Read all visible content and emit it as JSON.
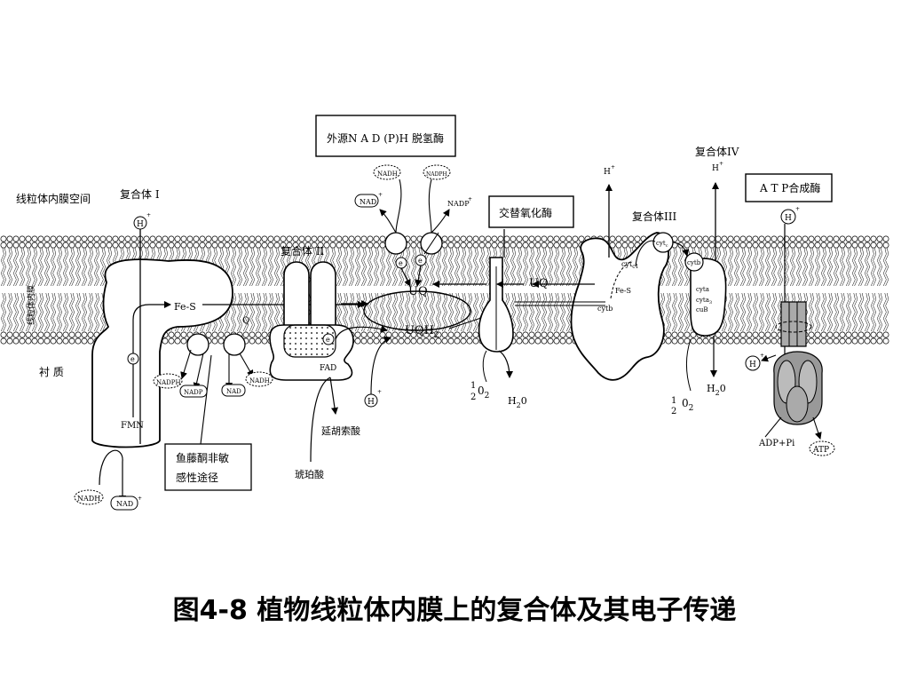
{
  "title": "图4-8 植物线粒体内膜上的复合体及其电子传递",
  "regions": {
    "ims": "线粒体内膜空间",
    "membrane": "线粒体内膜",
    "matrix": "衬 质"
  },
  "complexes": {
    "c1": "复合体 I",
    "c2": "复合体 II",
    "c3": "复合体III",
    "c4": "复合体IV",
    "ext_nadph": "外源N A D (P)H 脱氢酶",
    "aox": "交替氧化酶",
    "atp_synthase": "A T P合成酶",
    "rotenone": [
      "鱼藤酮非敏",
      "感性途径"
    ]
  },
  "labels": {
    "fes": "Fe-S",
    "fmn": "FMN",
    "fad": "FAD",
    "q": "Q",
    "uq": "UQ",
    "uq_right": "UQ",
    "uqh2": "UQH",
    "uqh2_sub": "2",
    "succinate": "琥珀酸",
    "fumarate": "延胡索酸",
    "adp_pi": "ADP+Pi",
    "atp": "ATP",
    "nadh": "NADH",
    "nad": "NAD",
    "nadph": "NADPH",
    "nadp": "NADP",
    "h": "H",
    "e": "e",
    "h2o": "H",
    "h2o_tail": "0",
    "h2o_sub": "2",
    "half": "1",
    "half_den": "2",
    "o2": "0",
    "o2_sub": "2",
    "cytc": "cyt",
    "cytc_sub": "c",
    "cytc1": "cyt",
    "cytc1_sub": "c1",
    "cytb": "cytb",
    "cyta": "cyta",
    "cyta3": "cyta",
    "cyta3_sub": "3",
    "cub": "cuB",
    "plus": "+"
  }
}
